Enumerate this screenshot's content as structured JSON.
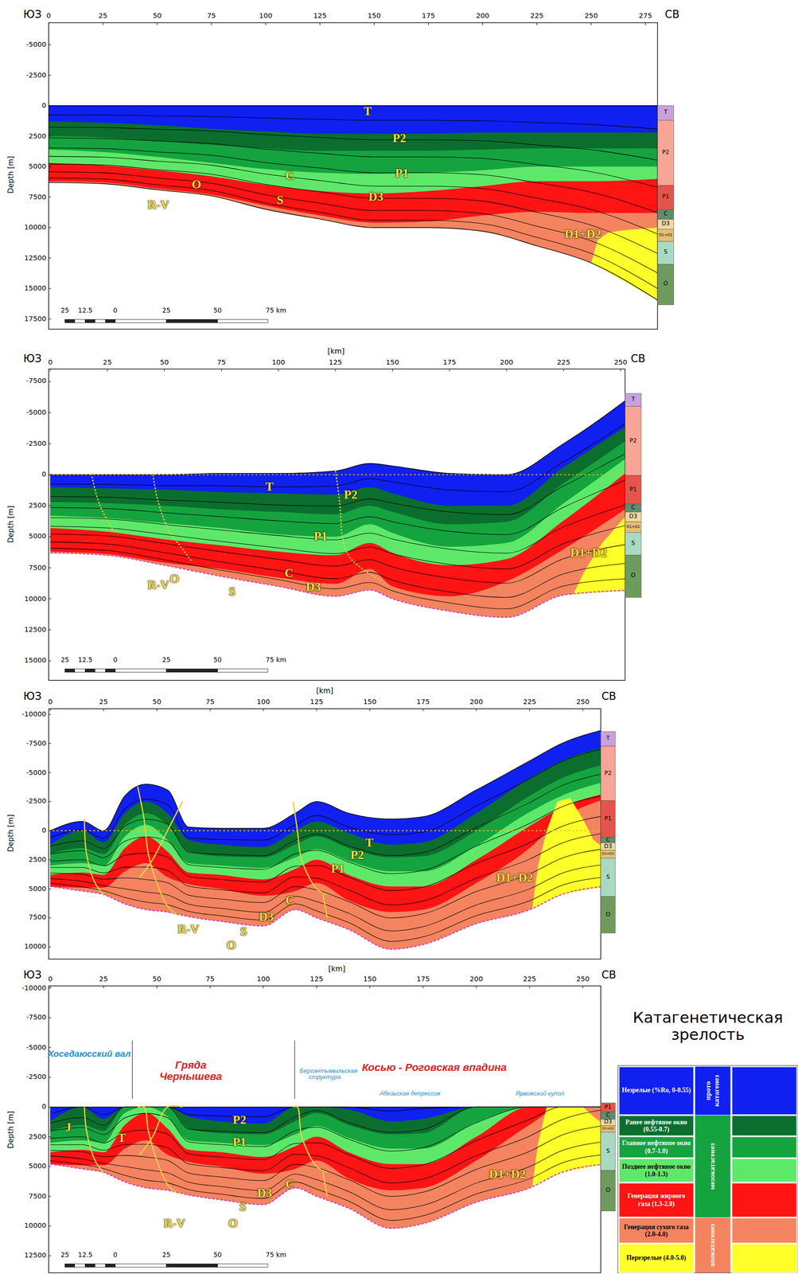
{
  "diagram": {
    "labels": [
      "ЮЗ",
      "СВ",
      "0",
      "25",
      "50",
      "75",
      "100",
      "125",
      "150",
      "175",
      "200",
      "225",
      "250",
      "275",
      "-5000",
      "-2500",
      "0",
      "2500",
      "5000",
      "7500",
      "10000",
      "12500",
      "15000",
      "17500",
      "Depth [m]",
      "T",
      "P2",
      "P1",
      "C",
      "D3",
      "D1+D2",
      "S",
      "O",
      "T",
      "P2",
      "P1",
      "C",
      "O",
      "D3",
      "S",
      "R-V",
      "D1+D2",
      "25",
      "12.5",
      "0",
      "25",
      "50",
      "75 km",
      "ЮЗ",
      "[km]",
      "СВ",
      "0",
      "25",
      "50",
      "75",
      "100",
      "125",
      "150",
      "175",
      "200",
      "225",
      "250",
      "-7500",
      "-5000",
      "-2500",
      "0",
      "2500",
      "5000",
      "7500",
      "10000",
      "12500",
      "15000",
      "Depth [m]",
      "T",
      "P2",
      "P1",
      "C",
      "D3",
      "D1+D2",
      "S",
      "O",
      "T",
      "P2",
      "P1",
      "C",
      "O",
      "D3",
      "S",
      "R-V",
      "D1+D2",
      "25",
      "12.5",
      "0",
      "25",
      "50",
      "75 km",
      "ЮЗ",
      "[km]",
      "СВ",
      "0",
      "25",
      "50",
      "75",
      "100",
      "125",
      "150",
      "175",
      "200",
      "225",
      "250",
      "-10000",
      "-7500",
      "-5000",
      "-2500",
      "0",
      "2500",
      "5000",
      "7500",
      "10000",
      "Depth [m]",
      "T",
      "P2",
      "P1",
      "C",
      "D3",
      "D1+D2",
      "S",
      "O",
      "T",
      "P2",
      "P1",
      "C",
      "D3",
      "S",
      "O",
      "R-V",
      "D1+D2",
      "ЮЗ",
      "[km]",
      "СВ",
      "0",
      "25",
      "50",
      "75",
      "100",
      "125",
      "150",
      "175",
      "200",
      "225",
      "250",
      "-10000",
      "-7500",
      "-5000",
      "-2500",
      "0",
      "2500",
      "5000",
      "7500",
      "10000",
      "12500",
      "Depth [m]",
      "P1",
      "C",
      "D3",
      "D1+D2",
      "S",
      "O",
      "Хоседаюсский вал",
      "Гряда Чернышева",
      "Бергантымыльская структура",
      "Косью - Роговская впадина",
      "Абезьская депрессия",
      "Ярвожский купол",
      "J",
      "T",
      "P2",
      "P1",
      "C",
      "D3",
      "S",
      "O",
      "R-V",
      "D1+D2",
      "25",
      "12.5",
      "0",
      "25",
      "50",
      "75 km",
      "Катагенетическая зрелость",
      "прото катагенез",
      "мезокатагенез",
      "апокатагенез"
    ],
    "legend": [
      {
        "text": "Незрелые (%Ro, 0-0.55)",
        "color": "#1020f0"
      },
      {
        "text": "Ранее нефтяное окно (0.55-0.7)",
        "color": "#0b6e2e"
      },
      {
        "text": "Главное нефтяное окно (0.7-1.0)",
        "color": "#15a33f"
      },
      {
        "text": "Позднее нефтяное окно (1.0-1.3)",
        "color": "#5ee86a"
      },
      {
        "text": "Генерация жирного газа (1.3-2.0)",
        "color": "#ff1414"
      },
      {
        "text": "Генерация сухого газа (2.0-4.0)",
        "color": "#f4845f"
      },
      {
        "text": "Перезрелые (4.0-5.0)",
        "color": "#ffff2a"
      }
    ]
  }
}
